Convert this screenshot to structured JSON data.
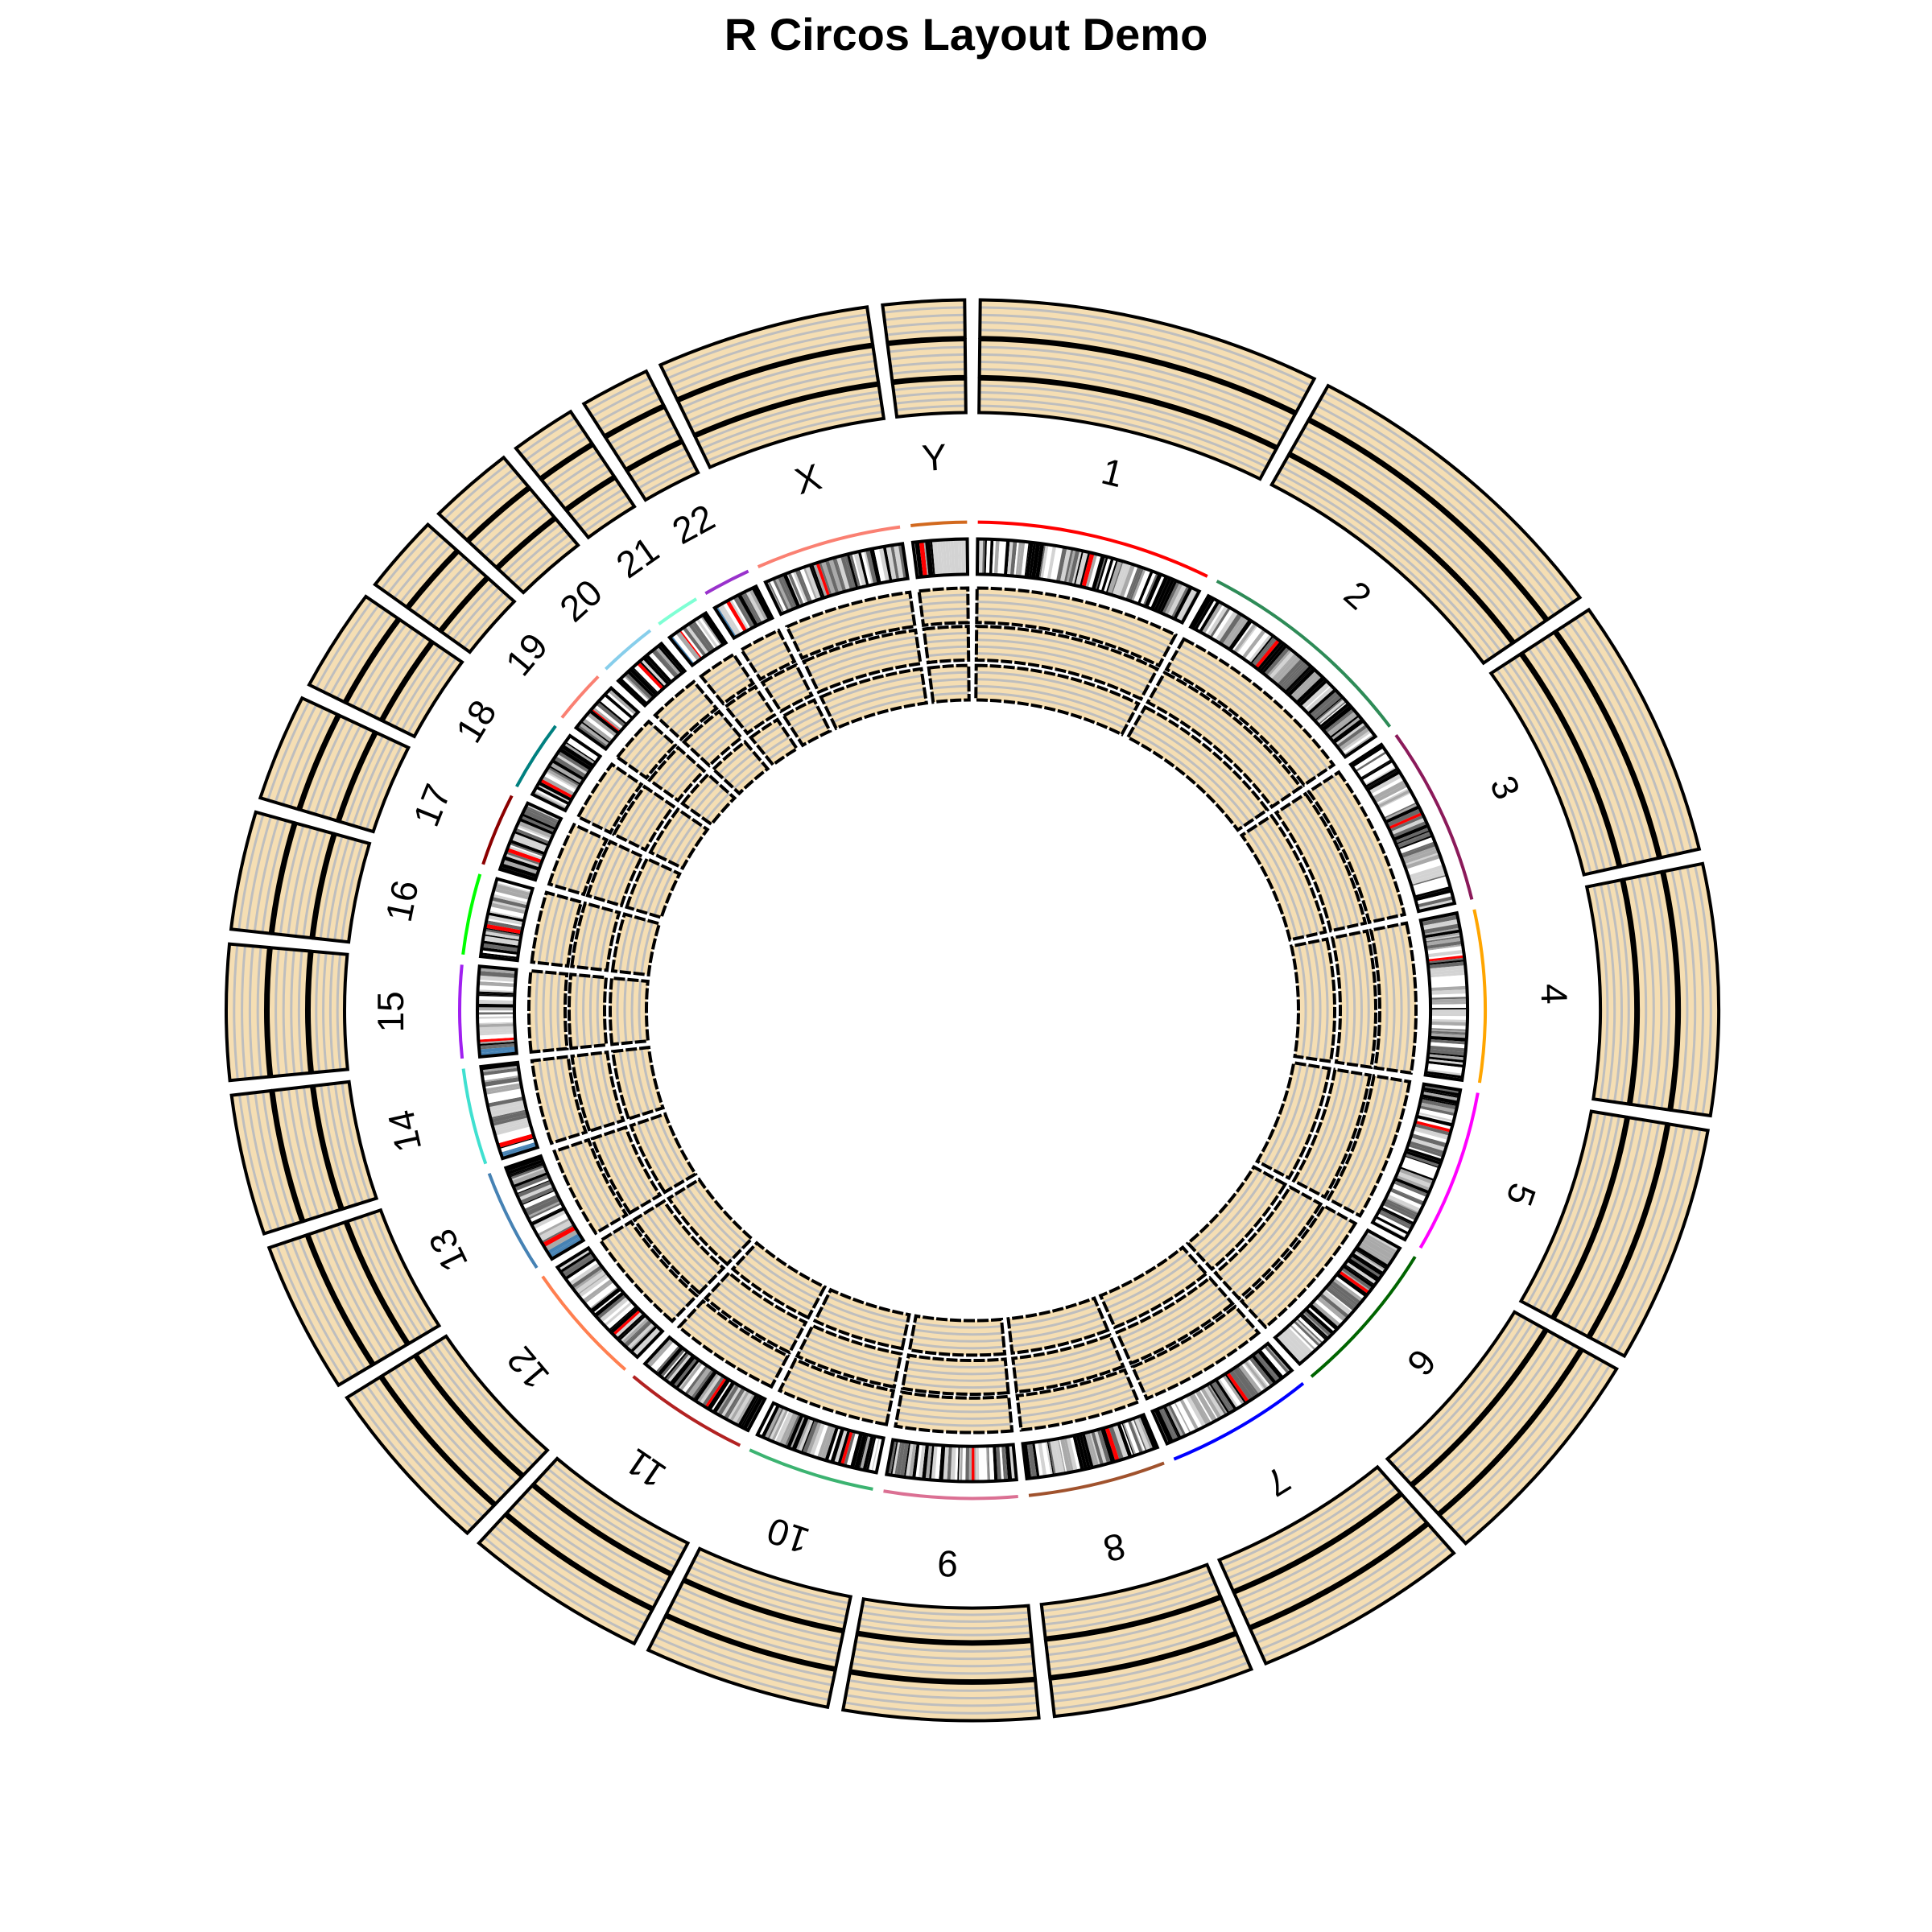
{
  "title": "R Circos Layout Demo",
  "chromosomes": [
    {
      "name": "1",
      "length": 249,
      "color": "#FF0000",
      "centro": 0.5
    },
    {
      "name": "2",
      "length": 243,
      "color": "#2E8B57",
      "centro": 0.38
    },
    {
      "name": "3",
      "length": 198,
      "color": "#8B1A5A",
      "centro": 0.46
    },
    {
      "name": "4",
      "length": 191,
      "color": "#FFA500",
      "centro": 0.26
    },
    {
      "name": "5",
      "length": 181,
      "color": "#FF00FF",
      "centro": 0.27
    },
    {
      "name": "6",
      "length": 171,
      "color": "#006400",
      "centro": 0.35
    },
    {
      "name": "7",
      "length": 159,
      "color": "#0000FF",
      "centro": 0.38
    },
    {
      "name": "8",
      "length": 146,
      "color": "#A0522D",
      "centro": 0.31
    },
    {
      "name": "9",
      "length": 141,
      "color": "#DB7093",
      "centro": 0.34
    },
    {
      "name": "10",
      "length": 136,
      "color": "#3CB371",
      "centro": 0.29
    },
    {
      "name": "11",
      "length": 135,
      "color": "#B22222",
      "centro": 0.4
    },
    {
      "name": "12",
      "length": 134,
      "color": "#FF7F50",
      "centro": 0.27
    },
    {
      "name": "13",
      "length": 115,
      "color": "#4682B4",
      "centro": 0.14
    },
    {
      "name": "14",
      "length": 107,
      "color": "#40E0D0",
      "centro": 0.15
    },
    {
      "name": "15",
      "length": 103,
      "color": "#A020F0",
      "centro": 0.17
    },
    {
      "name": "16",
      "length": 90,
      "color": "#00FF00",
      "centro": 0.4
    },
    {
      "name": "17",
      "length": 81,
      "color": "#8B0000",
      "centro": 0.3
    },
    {
      "name": "18",
      "length": 78,
      "color": "#008080",
      "centro": 0.22
    },
    {
      "name": "19",
      "length": 59,
      "color": "#FA8072",
      "centro": 0.45
    },
    {
      "name": "20",
      "length": 63,
      "color": "#87CEEB",
      "centro": 0.44
    },
    {
      "name": "21",
      "length": 48,
      "color": "#7FFFD4",
      "centro": 0.27
    },
    {
      "name": "22",
      "length": 51,
      "color": "#9932CC",
      "centro": 0.28
    },
    {
      "name": "X",
      "length": 155,
      "color": "#FA8072",
      "centro": 0.39
    },
    {
      "name": "Y",
      "length": 59,
      "color": "#D2691E",
      "centro": 0.2
    }
  ],
  "track_style": {
    "fill": "#F5DEB3",
    "border": "#000000",
    "gridline": "#BEBEBE"
  },
  "band_colors": {
    "gneg": "#FFFFFF",
    "gpos25": "#D3D3D3",
    "gpos50": "#A9A9A9",
    "gpos75": "#696969",
    "gpos100": "#000000",
    "acen": "#FF0000",
    "stalk": "#4682B4"
  }
}
